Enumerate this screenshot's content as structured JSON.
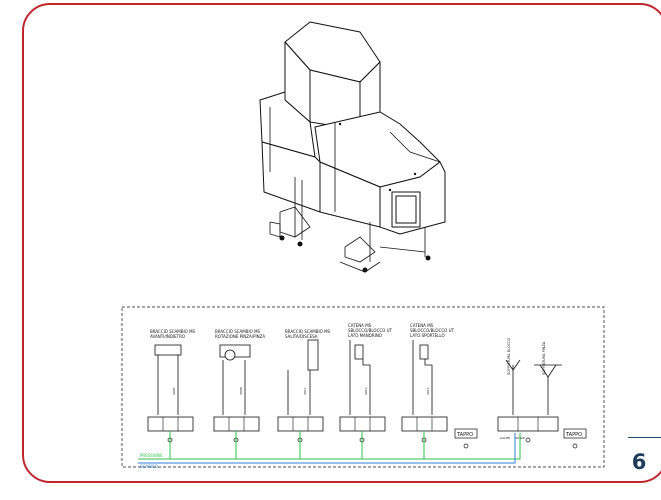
{
  "page": {
    "number": "6",
    "accent_color": "#c0272d",
    "page_number_color": "#1f3b5c"
  },
  "schematic": {
    "line_colors": {
      "main": "#111111",
      "green_line": "#2ec24a",
      "blue_line": "#2f7fd8"
    },
    "legend": [
      "PRESSIONE",
      "SCARICO"
    ],
    "groups": [
      {
        "title": [
          "BRACCIO SCAMBIO MS",
          "AVANTI/INDIETRO"
        ]
      },
      {
        "title": [
          "BRACCIO SCAMBIO MS",
          "ROTAZIONE PINZA/PINZA"
        ]
      },
      {
        "title": [
          "BRACCIO SCAMBIO MS",
          "SALITA/DISCESA"
        ]
      },
      {
        "title": [
          "CATENA MS",
          "SBLOCCO/BLOCCO UT",
          "LATO MANDRINO"
        ]
      },
      {
        "title": [
          "CATENA MS",
          "SBLOCCO/BLOCCO UT",
          "LATO SPORTELLO"
        ]
      }
    ],
    "right_labels": [
      "SOFFIATURA BLOCCO",
      "SOFFIATURA PINZA"
    ],
    "bottom_labels": [
      "CALDE",
      "SOBLE"
    ],
    "tappo_labels": [
      "TAPPO",
      "TAPPO"
    ]
  }
}
